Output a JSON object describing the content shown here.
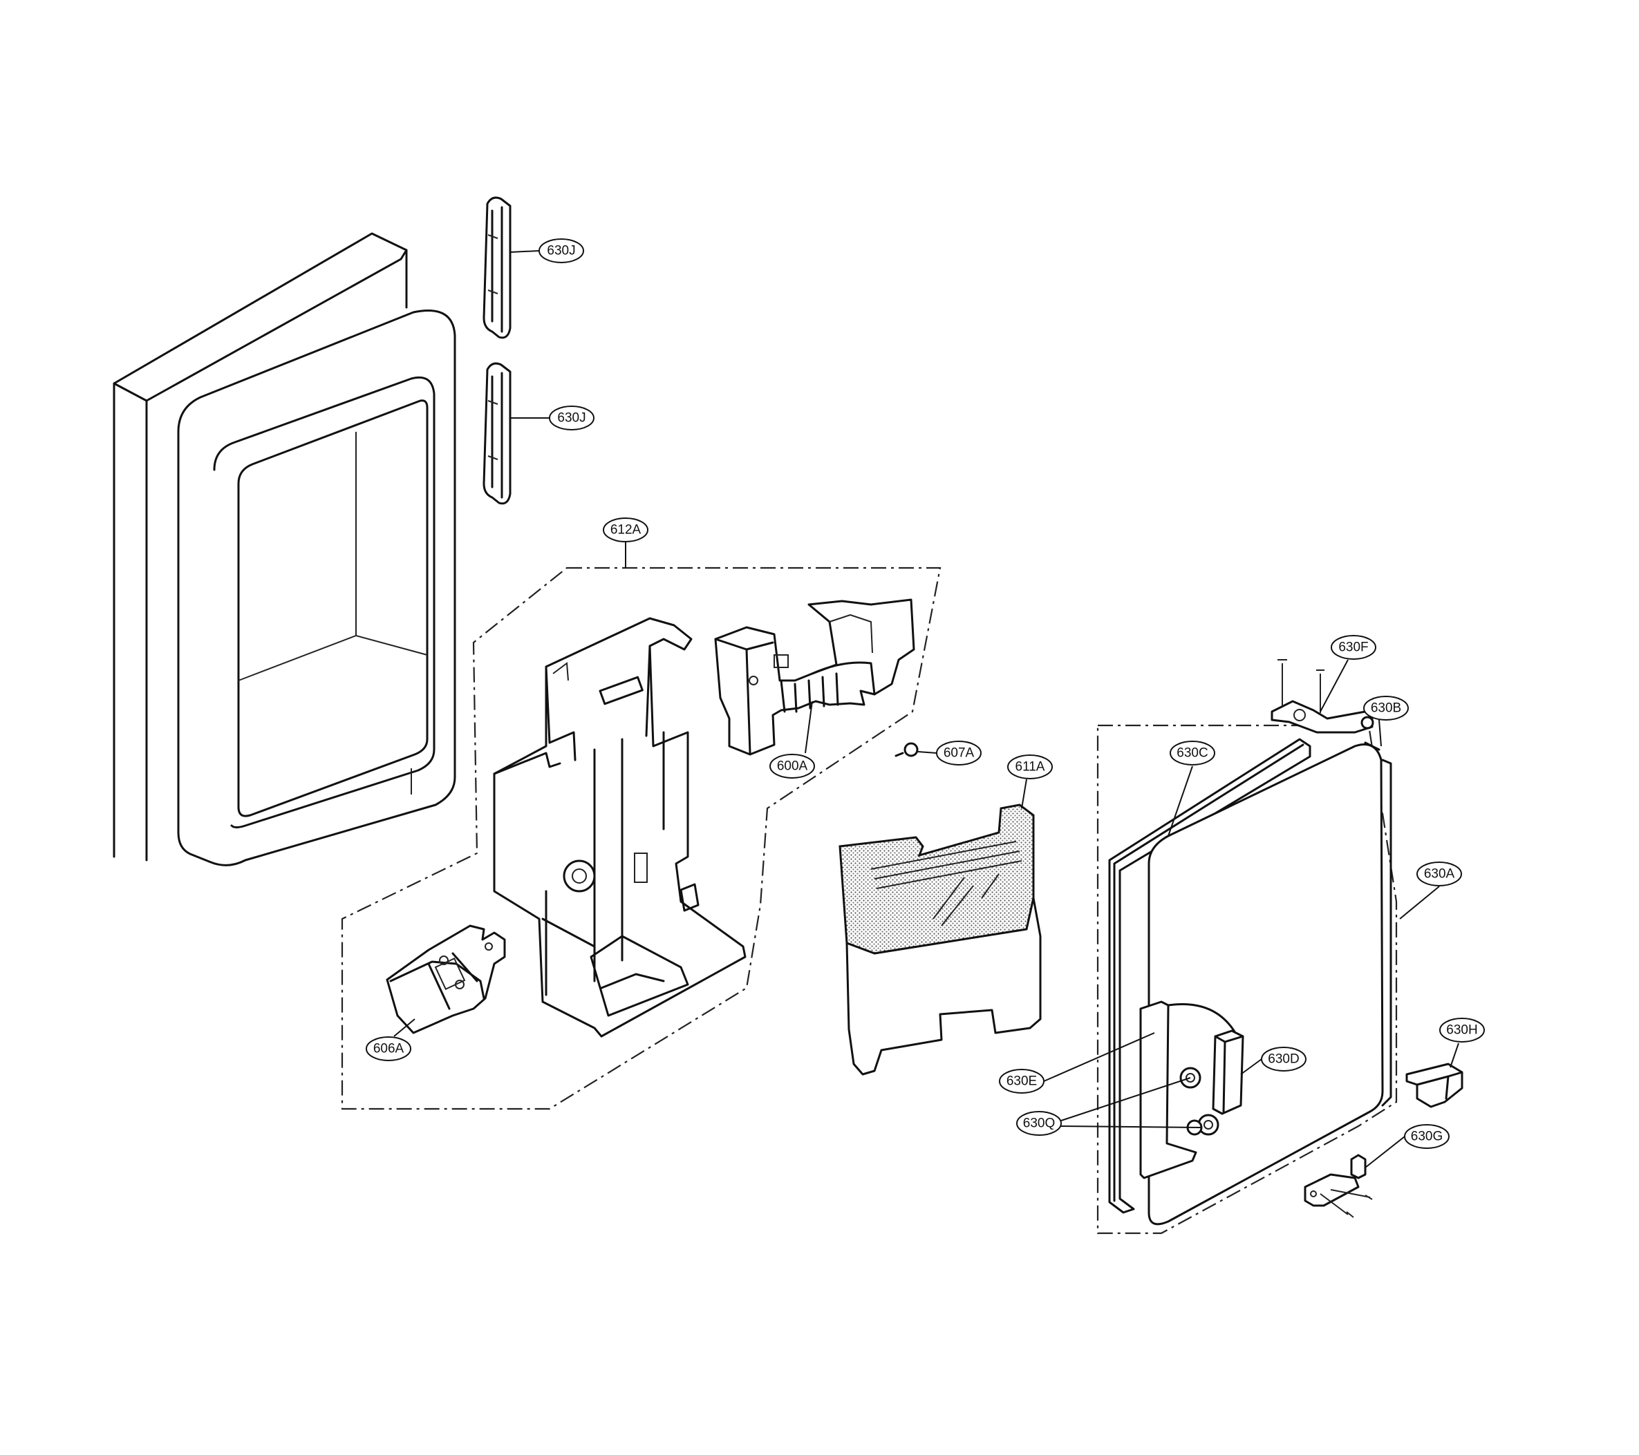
{
  "callouts": {
    "c630J_top": "630J",
    "c630J_bottom": "630J",
    "c612A": "612A",
    "c600A": "600A",
    "c607A": "607A",
    "c611A": "611A",
    "c606A": "606A",
    "c630F": "630F",
    "c630B": "630B",
    "c630C": "630C",
    "c630A": "630A",
    "c630H": "630H",
    "c630D": "630D",
    "c630E": "630E",
    "c630Q": "630Q",
    "c630G": "630G"
  }
}
